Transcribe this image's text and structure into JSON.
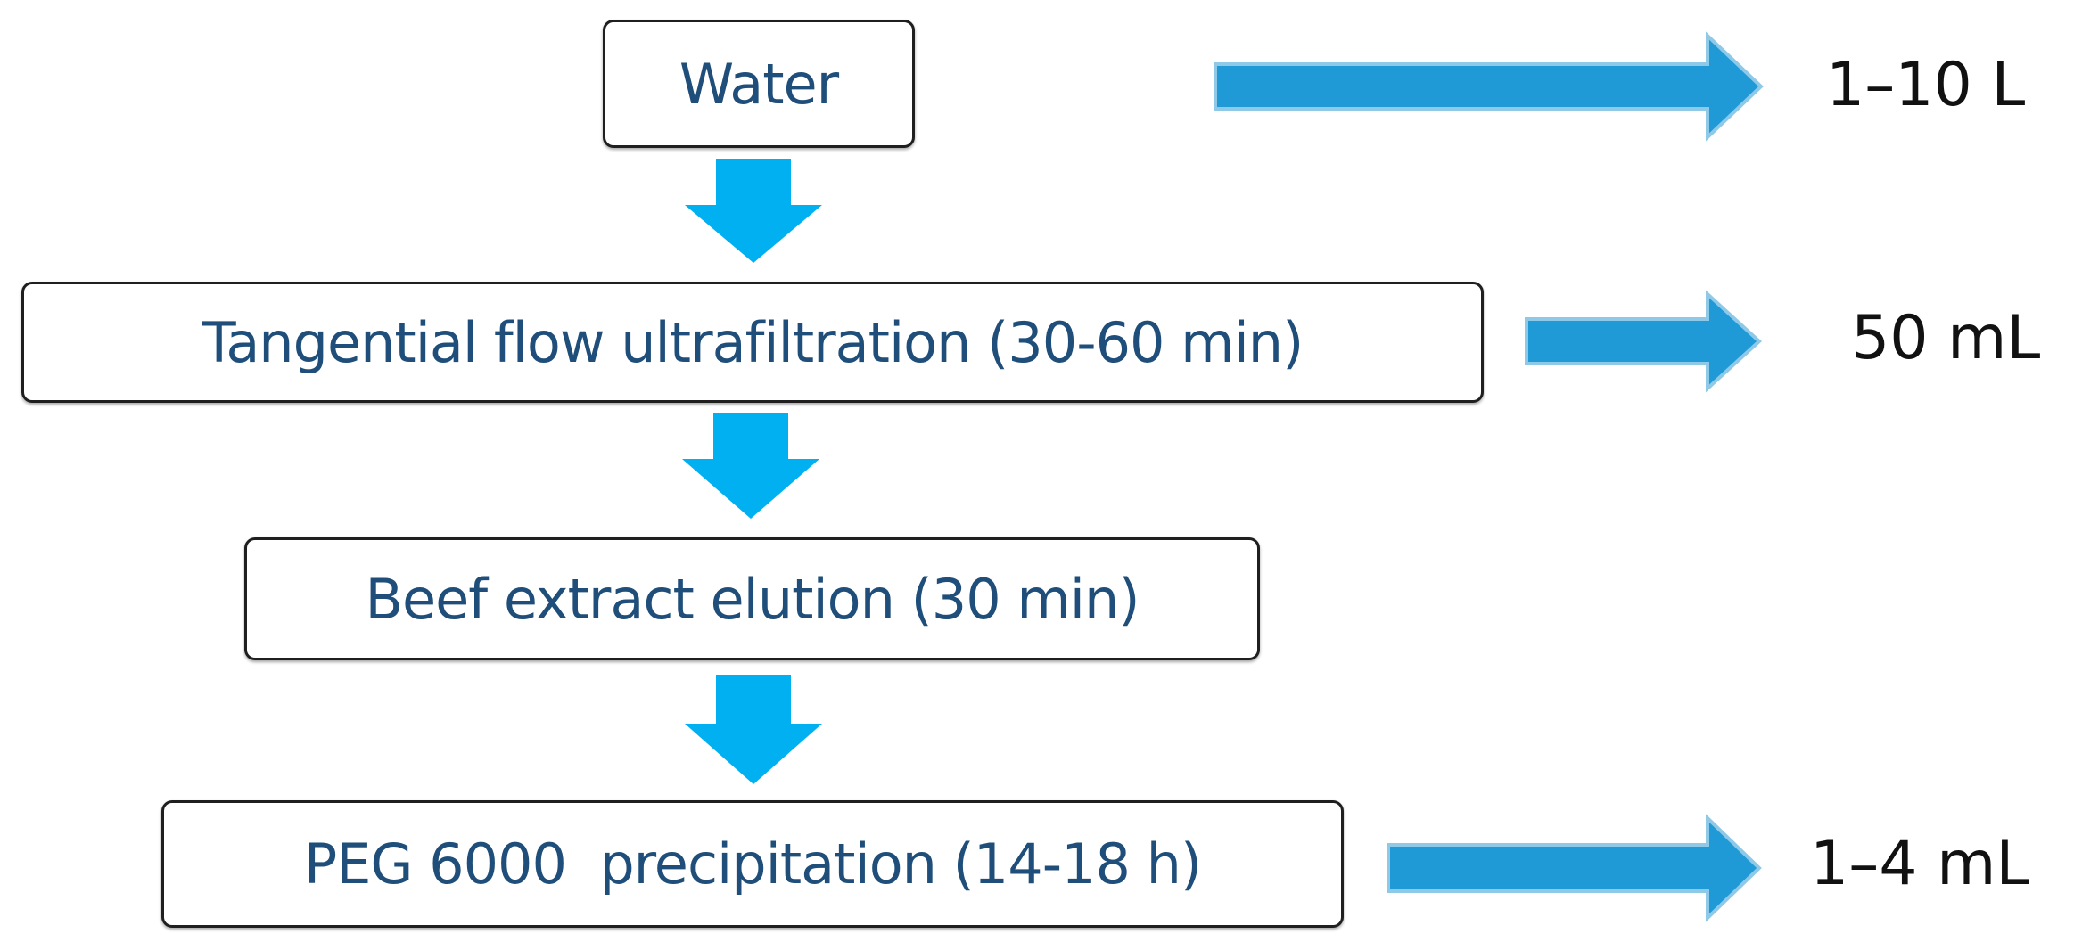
{
  "steps": [
    {
      "label": "Water",
      "volume": "1–10 L"
    },
    {
      "label": "Tangential flow ultrafiltration (30-60 min)",
      "volume": "50 mL"
    },
    {
      "label": "Beef extract elution (30 min)",
      "volume": ""
    },
    {
      "label": "PEG 6000  precipitation (14-18 h)",
      "volume": "1–4 mL"
    }
  ],
  "colors": {
    "step_text": "#1e4e79",
    "box_border": "#1f1f1f",
    "down_arrow": "#00b0f0",
    "right_arrow": "#1f9ad6",
    "right_arrow_edge": "#8fc9e8"
  },
  "icons": {
    "down_arrow": "arrow-down-icon",
    "right_arrow": "arrow-right-icon"
  }
}
